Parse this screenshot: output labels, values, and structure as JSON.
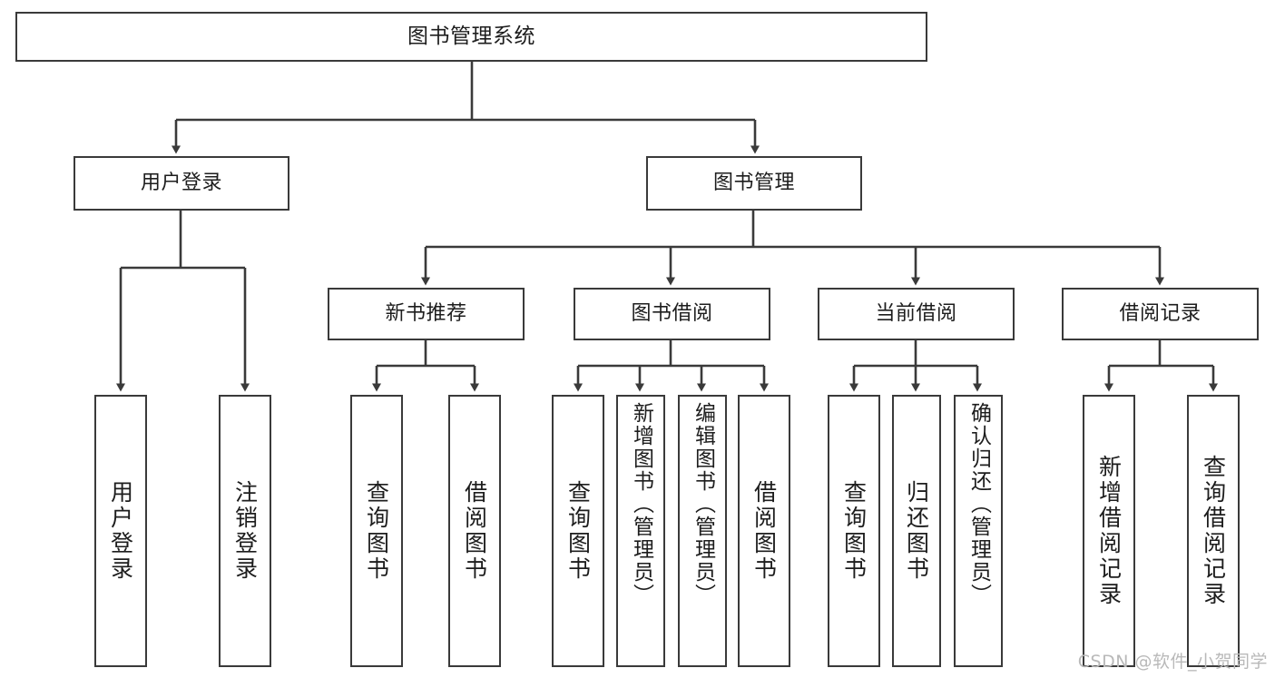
{
  "diagram": {
    "title": "图书管理系统",
    "type": "tree",
    "watermark": "CSDN @软件_小贺同学",
    "colors": {
      "background": "#ffffff",
      "node_border": "#3a3a3a",
      "node_fill": "#ffffff",
      "edge": "#3a3a3a",
      "text": "#1d1d1d",
      "watermark": "#b9b9b9"
    },
    "root": {
      "label": "图书管理系统"
    },
    "level1": [
      {
        "label": "用户登录"
      },
      {
        "label": "图书管理"
      }
    ],
    "level2": [
      {
        "label": "新书推荐"
      },
      {
        "label": "图书借阅"
      },
      {
        "label": "当前借阅"
      },
      {
        "label": "借阅记录"
      }
    ],
    "leaves": {
      "user_login": [
        {
          "label": "用户登录"
        },
        {
          "label": "注销登录"
        }
      ],
      "new_book_recommend": [
        {
          "label": "查询图书"
        },
        {
          "label": "借阅图书"
        }
      ],
      "book_borrow": [
        {
          "label": "查询图书"
        },
        {
          "label": "新增图书（管理员）"
        },
        {
          "label": "编辑图书（管理员）"
        },
        {
          "label": "借阅图书"
        }
      ],
      "current_borrow": [
        {
          "label": "查询图书"
        },
        {
          "label": "归还图书"
        },
        {
          "label": "确认归还（管理员）"
        }
      ],
      "borrow_records": [
        {
          "label": "新增借阅记录"
        },
        {
          "label": "查询借阅记录"
        }
      ]
    }
  }
}
